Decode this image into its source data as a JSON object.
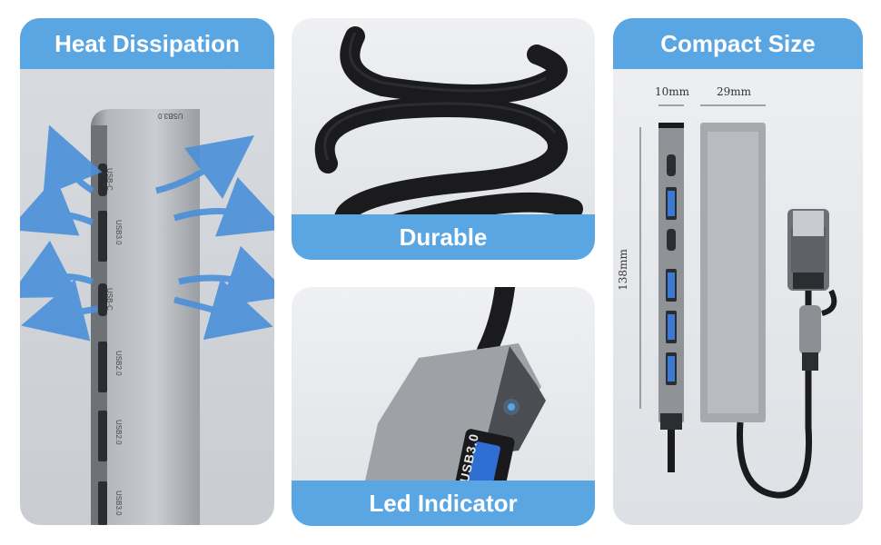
{
  "panels": {
    "heat": {
      "title": "Heat Dissipation",
      "ports": [
        "USB-C",
        "USB3.0",
        "USB-C",
        "USB2.0",
        "USB2.0",
        "USB3.0"
      ],
      "top_label": "USB3.0"
    },
    "durable": {
      "title": "Durable"
    },
    "led": {
      "title": "Led Indicator",
      "port_label": "USB3.0"
    },
    "compact": {
      "title": "Compact Size",
      "dim_thickness": "10mm",
      "dim_width": "29mm",
      "dim_length": "138mm"
    }
  },
  "colors": {
    "banner": "#5aa6e3",
    "arrow": "#4a90d9",
    "background": "#e3e6ea"
  }
}
